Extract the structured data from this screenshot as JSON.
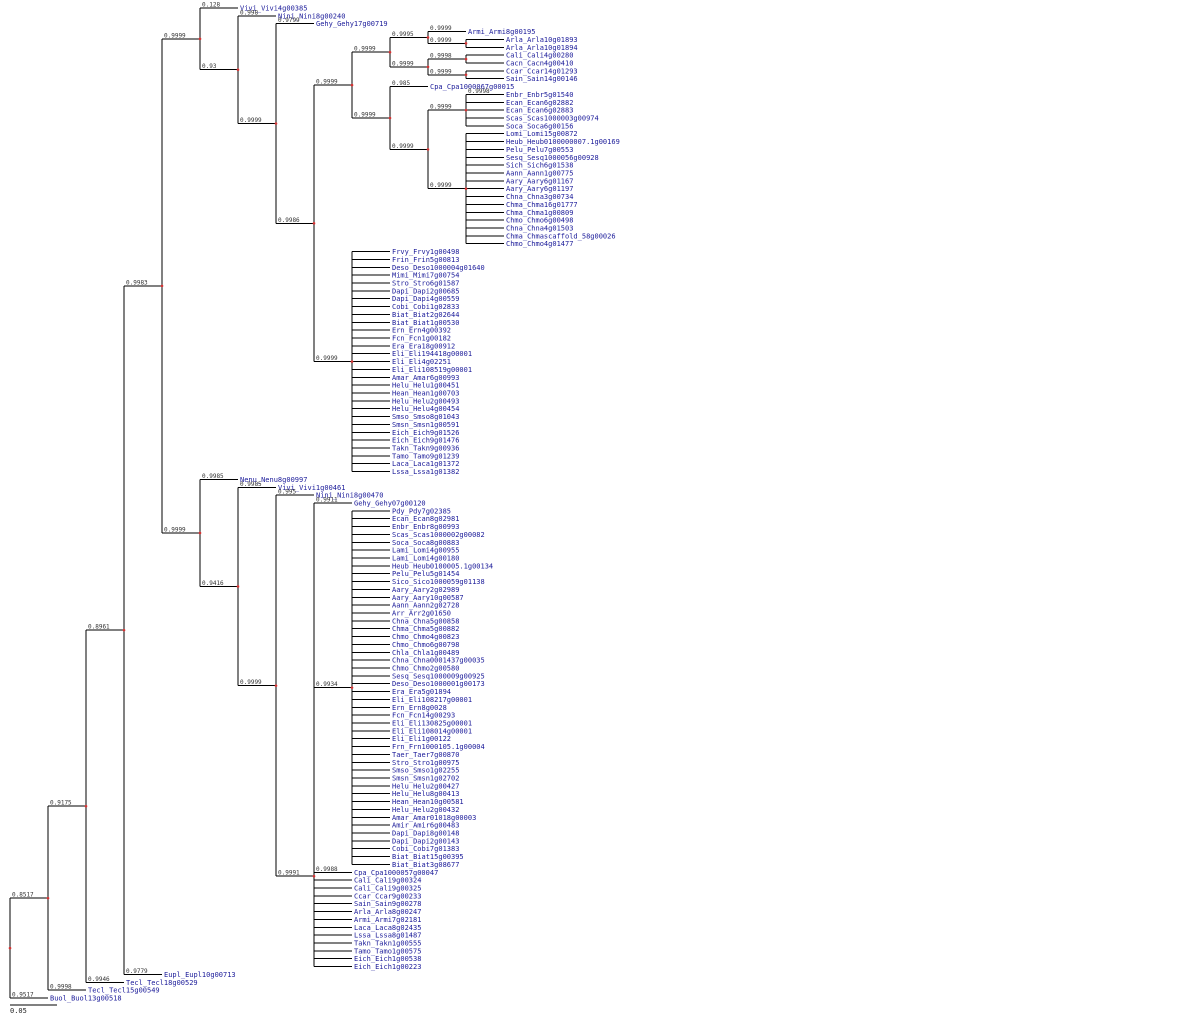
{
  "tree": {
    "line_color": "#000000",
    "node_color": "#d43333",
    "label_color": "#1a1a99",
    "scale_bar": "0.05",
    "nodes": [
      {
        "id": "root",
        "parent": null,
        "level": 0
      },
      {
        "id": "n1",
        "parent": "root",
        "level": 1,
        "support": "0.8517"
      },
      {
        "id": "Buol",
        "parent": "root",
        "level": 1,
        "label": "Buol_Buol13g00518",
        "support": "0.9517"
      },
      {
        "id": "n2",
        "parent": "n1",
        "level": 2,
        "support": "0.9175"
      },
      {
        "id": "Tecl",
        "parent": "n1",
        "level": 2,
        "label": "Tecl_Tecl15g00549",
        "support": "0.9998"
      },
      {
        "id": "n3",
        "parent": "n2",
        "level": 3,
        "support": "0.8961"
      },
      {
        "id": "Tecl2",
        "parent": "n2",
        "level": 3,
        "label": "Tecl_Tecl18g00529",
        "support": "0.9946"
      },
      {
        "id": "n4",
        "parent": "n3",
        "level": 4,
        "support": "0.9983"
      },
      {
        "id": "Eupt",
        "parent": "n3",
        "level": 4,
        "label": "Eupl_Eupl10g00713",
        "support": "0.9779"
      },
      {
        "id": "A",
        "parent": "n4",
        "level": 5,
        "support": "0.9999"
      },
      {
        "id": "B",
        "parent": "n4",
        "level": 5,
        "support": "0.9999"
      },
      {
        "id": "Vivi",
        "parent": "A",
        "level": 6,
        "label": "Vivi_Vivi4g00385",
        "support": "0.128"
      },
      {
        "id": "A1",
        "parent": "A",
        "level": 6,
        "support": "0.93"
      },
      {
        "id": "Nini",
        "parent": "A1",
        "level": 7,
        "label": "Nini_Nini8g00240",
        "support": "0.998"
      },
      {
        "id": "A2",
        "parent": "A1",
        "level": 7,
        "support": "0.9999"
      },
      {
        "id": "Gehy",
        "parent": "A2",
        "level": 8,
        "label": "Gehy_Gehy17g00719",
        "support": "0.9799"
      },
      {
        "id": "A3",
        "parent": "A2",
        "level": 8,
        "support": "0.9986"
      },
      {
        "id": "A4",
        "parent": "A3",
        "level": 9,
        "support": "0.9999"
      },
      {
        "id": "A5",
        "parent": "A3",
        "level": 9,
        "support": "0.9999"
      },
      {
        "id": "A6",
        "parent": "A4",
        "level": 10,
        "support": "0.9999"
      },
      {
        "id": "A7",
        "parent": "A4",
        "level": 10,
        "support": "0.9999"
      },
      {
        "id": "A8",
        "parent": "A6",
        "level": 11,
        "support": "0.9995"
      },
      {
        "id": "A9",
        "parent": "A6",
        "level": 11,
        "support": "0.9999"
      },
      {
        "id": "Armi",
        "parent": "A8",
        "level": 12,
        "label": "Armi_Armi8g00195",
        "support": "0.9999"
      },
      {
        "id": "A10",
        "parent": "A8",
        "level": 12,
        "support": "0.9999"
      },
      {
        "id": "Arla1",
        "parent": "A10",
        "level": 13,
        "label": "Arla_Arla10g01893"
      },
      {
        "id": "Arla2",
        "parent": "A10",
        "level": 13,
        "label": "Arla_Arla10g01894"
      },
      {
        "id": "A11",
        "parent": "A9",
        "level": 12,
        "support": "0.9998"
      },
      {
        "id": "Cali",
        "parent": "A11",
        "level": 13,
        "label": "Cali_Cali4g00280"
      },
      {
        "id": "Cacn",
        "parent": "A11",
        "level": 13,
        "label": "Cacn_Cacn4g00410"
      },
      {
        "id": "A12",
        "parent": "A9",
        "level": 12,
        "support": "0.9999"
      },
      {
        "id": "Ccar",
        "parent": "A12",
        "level": 13,
        "label": "Ccar_Ccar14g01293"
      },
      {
        "id": "Sain",
        "parent": "A12",
        "level": 13,
        "label": "Sain_Sain14g00146"
      },
      {
        "id": "Cpa",
        "parent": "A7",
        "level": 11,
        "label": "Cpa_Cpa1000067g00015",
        "support": "0.985"
      },
      {
        "id": "A13",
        "parent": "A7",
        "level": 11,
        "support": "0.9999"
      },
      {
        "id": "A14",
        "parent": "A13",
        "level": 12,
        "support": "0.9999"
      },
      {
        "id": "A15",
        "parent": "A13",
        "level": 12,
        "support": "0.9999"
      },
      {
        "id": "Enbr",
        "parent": "A14",
        "level": 13,
        "label": "Enbr_Enbr5g01540",
        "support": "0.9998"
      },
      {
        "id": "Ecan1",
        "parent": "A14",
        "level": 13,
        "label": "Ecan_Ecan6g02882"
      },
      {
        "id": "Ecan2",
        "parent": "A14",
        "level": 13,
        "label": "Ecan_Ecan6g02883"
      },
      {
        "id": "Scas",
        "parent": "A14",
        "level": 13,
        "label": "Scas_Scas1000003g00974"
      },
      {
        "id": "Soca",
        "parent": "A14",
        "level": 13,
        "label": "Soca_Soca6g00156"
      },
      {
        "id": "Lomi",
        "parent": "A15",
        "level": 13,
        "label": "Lomi_Lomi15g00872"
      },
      {
        "id": "Heub",
        "parent": "A15",
        "level": 13,
        "label": "Heub_Heub0100000007.1g00169"
      },
      {
        "id": "Pelu",
        "parent": "A15",
        "level": 13,
        "label": "Pelu_Pelu7g00553"
      },
      {
        "id": "Sesq",
        "parent": "A15",
        "level": 13,
        "label": "Sesq_Sesq1000056g00928"
      },
      {
        "id": "Sich",
        "parent": "A15",
        "level": 13,
        "label": "Sich_Sich6g01538"
      },
      {
        "id": "Aann",
        "parent": "A15",
        "level": 13,
        "label": "Aann_Aann1g00775"
      },
      {
        "id": "Aary1",
        "parent": "A15",
        "level": 13,
        "label": "Aary_Aary6g01167"
      },
      {
        "id": "Aary2",
        "parent": "A15",
        "level": 13,
        "label": "Aary_Aary6g01197"
      },
      {
        "id": "Chna",
        "parent": "A15",
        "level": 13,
        "label": "Chna_Chna3g00734"
      },
      {
        "id": "Chma1",
        "parent": "A15",
        "level": 13,
        "label": "Chma_Chma16g01777"
      },
      {
        "id": "Chma2",
        "parent": "A15",
        "level": 13,
        "label": "Chma_Chma1g00809"
      },
      {
        "id": "Chmo",
        "parent": "A15",
        "level": 13,
        "label": "Chmo_Chmo6g00498"
      },
      {
        "id": "Chna2",
        "parent": "A15",
        "level": 13,
        "label": "Chna_Chna4g01503"
      },
      {
        "id": "Chma3",
        "parent": "A15",
        "level": 13,
        "label": "Chma_Chmascaffold_58g00026"
      },
      {
        "id": "Chmo2",
        "parent": "A15",
        "level": 13,
        "label": "Chmo_Chmo4g01477"
      },
      {
        "id": "Frvy",
        "parent": "A5",
        "level": 10,
        "label": "Frvy_Frvy1g00498"
      },
      {
        "id": "Frin",
        "parent": "A5",
        "level": 10,
        "label": "Frin_Frin5g00813"
      },
      {
        "id": "Deso",
        "parent": "A5",
        "level": 10,
        "label": "Deso_Deso1000004g01640"
      },
      {
        "id": "Mimi",
        "parent": "A5",
        "level": 10,
        "label": "Mimi_Mimi7g00754"
      },
      {
        "id": "Stro",
        "parent": "A5",
        "level": 10,
        "label": "Stro_Stro6g01587"
      },
      {
        "id": "Dapi1",
        "parent": "A5",
        "level": 10,
        "label": "Dapi_Dapi2g00685"
      },
      {
        "id": "Dapi2",
        "parent": "A5",
        "level": 10,
        "label": "Dapi_Dapi4g00559"
      },
      {
        "id": "Cobi",
        "parent": "A5",
        "level": 10,
        "label": "Cobi_Cobi1g02833"
      },
      {
        "id": "Biat1",
        "parent": "A5",
        "level": 10,
        "label": "Biat_Biat2g02644"
      },
      {
        "id": "Biat2",
        "parent": "A5",
        "level": 10,
        "label": "Biat_Biat1g00530"
      },
      {
        "id": "Ern",
        "parent": "A5",
        "level": 10,
        "label": "Ern_Ern4g00392"
      },
      {
        "id": "Fcn",
        "parent": "A5",
        "level": 10,
        "label": "Fcn_Fcn1g00182"
      },
      {
        "id": "Era",
        "parent": "A5",
        "level": 10,
        "label": "Era_Era18g00912"
      },
      {
        "id": "Eli1",
        "parent": "A5",
        "level": 10,
        "label": "Eli_Eli194418g00001"
      },
      {
        "id": "Eli2",
        "parent": "A5",
        "level": 10,
        "label": "Eli_Eli4g02251"
      },
      {
        "id": "Eli3",
        "parent": "A5",
        "level": 10,
        "label": "Eli_Eli108519g00001"
      },
      {
        "id": "Amar",
        "parent": "A5",
        "level": 10,
        "label": "Amar_Amar6g00993"
      },
      {
        "id": "Helu1",
        "parent": "A5",
        "level": 10,
        "label": "Helu_Helu1g00451"
      },
      {
        "id": "Hean1",
        "parent": "A5",
        "level": 10,
        "label": "Hean_Hean1g00703"
      },
      {
        "id": "Helu2",
        "parent": "A5",
        "level": 10,
        "label": "Helu_Helu2g00493"
      },
      {
        "id": "Helu3",
        "parent": "A5",
        "level": 10,
        "label": "Helu_Helu4g00454"
      },
      {
        "id": "Smso1",
        "parent": "A5",
        "level": 10,
        "label": "Smso_Smso8g01043"
      },
      {
        "id": "Smsn1",
        "parent": "A5",
        "level": 10,
        "label": "Smsn_Smsn1g00591"
      },
      {
        "id": "Eich1",
        "parent": "A5",
        "level": 10,
        "label": "Eich_Eich9g01526"
      },
      {
        "id": "Eich2",
        "parent": "A5",
        "level": 10,
        "label": "Eich_Eich9g01476"
      },
      {
        "id": "Takn1",
        "parent": "A5",
        "level": 10,
        "label": "Takn_Takn9g00936"
      },
      {
        "id": "Tamo1",
        "parent": "A5",
        "level": 10,
        "label": "Tamo_Tamo9g01239"
      },
      {
        "id": "Laca1",
        "parent": "A5",
        "level": 10,
        "label": "Laca_Laca1g01372"
      },
      {
        "id": "Lssa1",
        "parent": "A5",
        "level": 10,
        "label": "Lssa_Lssa1g01382"
      },
      {
        "id": "Nenu",
        "parent": "B",
        "level": 6,
        "label": "Nenu_Nenu8g00997",
        "support": "0.9985"
      },
      {
        "id": "B1",
        "parent": "B",
        "level": 6,
        "support": "0.9416"
      },
      {
        "id": "Vivi2",
        "parent": "B1",
        "level": 7,
        "label": "Vivi_Vivi1g00461",
        "support": "0.9985"
      },
      {
        "id": "B2",
        "parent": "B1",
        "level": 7,
        "support": "0.9999"
      },
      {
        "id": "Nini2",
        "parent": "B2",
        "level": 8,
        "label": "Nini_Nini8g00470",
        "support": "0.995"
      },
      {
        "id": "B3",
        "parent": "B2",
        "level": 8,
        "support": "0.9991"
      },
      {
        "id": "Gehy2",
        "parent": "B3",
        "level": 9,
        "label": "Gehy_Gehy07g00120",
        "support": "0.9911"
      },
      {
        "id": "B4",
        "parent": "B3",
        "level": 9,
        "support": "0.9934"
      },
      {
        "id": "Pdy",
        "parent": "B4",
        "level": 10,
        "label": "Pdy_Pdy7g02385"
      },
      {
        "id": "Ecan3",
        "parent": "B4",
        "level": 10,
        "label": "Ecan_Ecan8g02981"
      },
      {
        "id": "Enbr2",
        "parent": "B4",
        "level": 10,
        "label": "Enbr_Enbr8g00993"
      },
      {
        "id": "Scas2",
        "parent": "B4",
        "level": 10,
        "label": "Scas_Scas1000002g00082"
      },
      {
        "id": "Soca2",
        "parent": "B4",
        "level": 10,
        "label": "Soca_Soca8g00883"
      },
      {
        "id": "Lami1",
        "parent": "B4",
        "level": 10,
        "label": "Lami_Lomi4g00955"
      },
      {
        "id": "Lami2",
        "parent": "B4",
        "level": 10,
        "label": "Lami_Lomi4g00180"
      },
      {
        "id": "Heub2",
        "parent": "B4",
        "level": 10,
        "label": "Heub_Heub0100005.1g00134"
      },
      {
        "id": "Pelu2",
        "parent": "B4",
        "level": 10,
        "label": "Pelu_Pelu5g01454"
      },
      {
        "id": "Sico",
        "parent": "B4",
        "level": 10,
        "label": "Sico_Sico1000059g01138"
      },
      {
        "id": "Aary3",
        "parent": "B4",
        "level": 10,
        "label": "Aary_Aary2g02989"
      },
      {
        "id": "Aary4",
        "parent": "B4",
        "level": 10,
        "label": "Aary_Aary10g00587"
      },
      {
        "id": "Aann2",
        "parent": "B4",
        "level": 10,
        "label": "Aann_Aann2g02728"
      },
      {
        "id": "Arr",
        "parent": "B4",
        "level": 10,
        "label": "Arr_Arr2g01650"
      },
      {
        "id": "Chna3",
        "parent": "B4",
        "level": 10,
        "label": "Chna_Chna5g00858"
      },
      {
        "id": "Chma4",
        "parent": "B4",
        "level": 10,
        "label": "Chma_Chma5g00882"
      },
      {
        "id": "Chmo3",
        "parent": "B4",
        "level": 10,
        "label": "Chmo_Chmo4g00823"
      },
      {
        "id": "Chmo4",
        "parent": "B4",
        "level": 10,
        "label": "Chmo_Chmo6g00798"
      },
      {
        "id": "Chla",
        "parent": "B4",
        "level": 10,
        "label": "Chla_Chla1g00489"
      },
      {
        "id": "Chna4",
        "parent": "B4",
        "level": 10,
        "label": "Chna_Chna0001437g00035"
      },
      {
        "id": "Chmo5",
        "parent": "B4",
        "level": 10,
        "label": "Chmo_Chmo2g00580"
      },
      {
        "id": "Sesq2",
        "parent": "B4",
        "level": 10,
        "label": "Sesq_Sesq1000009g00925"
      },
      {
        "id": "Deso2",
        "parent": "B4",
        "level": 10,
        "label": "Deso_Deso1000001g00173"
      },
      {
        "id": "Era2",
        "parent": "B4",
        "level": 10,
        "label": "Era_Era5g01894"
      },
      {
        "id": "Eli4",
        "parent": "B4",
        "level": 10,
        "label": "Eli_Eli108217g00001"
      },
      {
        "id": "Ern2",
        "parent": "B4",
        "level": 10,
        "label": "Ern_Ern8g0028"
      },
      {
        "id": "Fcn2",
        "parent": "B4",
        "level": 10,
        "label": "Fcn_Fcn14g00293"
      },
      {
        "id": "Eli5",
        "parent": "B4",
        "level": 10,
        "label": "Eli_Eli130825g00001"
      },
      {
        "id": "Eli6",
        "parent": "B4",
        "level": 10,
        "label": "Eli_Eli108014g00001"
      },
      {
        "id": "Eli7",
        "parent": "B4",
        "level": 10,
        "label": "Eli_Eli1g00122"
      },
      {
        "id": "Frn",
        "parent": "B4",
        "level": 10,
        "label": "Frn_Frn1000105.1g00004"
      },
      {
        "id": "Taer",
        "parent": "B4",
        "level": 10,
        "label": "Taer_Taer7g00870"
      },
      {
        "id": "Stro2",
        "parent": "B4",
        "level": 10,
        "label": "Stro_Stro1g00975"
      },
      {
        "id": "Smso2",
        "parent": "B4",
        "level": 10,
        "label": "Smso_Smso1g02255"
      },
      {
        "id": "Smsn2",
        "parent": "B4",
        "level": 10,
        "label": "Smsn_Smsn1g02702"
      },
      {
        "id": "Helu4",
        "parent": "B4",
        "level": 10,
        "label": "Helu_Helu2g00427"
      },
      {
        "id": "Helu5",
        "parent": "B4",
        "level": 10,
        "label": "Helu_Helu8g00413"
      },
      {
        "id": "Hean2",
        "parent": "B4",
        "level": 10,
        "label": "Hean_Hean10g00581"
      },
      {
        "id": "Helu6",
        "parent": "B4",
        "level": 10,
        "label": "Helu_Helu2g00432"
      },
      {
        "id": "Amar2",
        "parent": "B4",
        "level": 10,
        "label": "Amar_Amar01018g00003"
      },
      {
        "id": "Amir",
        "parent": "B4",
        "level": 10,
        "label": "Amir_Amir6g00483"
      },
      {
        "id": "Dapi3",
        "parent": "B4",
        "level": 10,
        "label": "Dapi_Dapi8g00148"
      },
      {
        "id": "Dapi4",
        "parent": "B4",
        "level": 10,
        "label": "Dapi_Dapi2g00143"
      },
      {
        "id": "Cobi2",
        "parent": "B4",
        "level": 10,
        "label": "Cobi_Cobi7g01383"
      },
      {
        "id": "Biat3",
        "parent": "B4",
        "level": 10,
        "label": "Biat_Biat15g00395"
      },
      {
        "id": "Biat4",
        "parent": "B4",
        "level": 10,
        "label": "Biat_Biat3g08677"
      },
      {
        "id": "Cpa2",
        "parent": "B3",
        "level": 9,
        "label": "Cpa_Cpa1000057g00047",
        "support": "0.9988"
      },
      {
        "id": "Cali2",
        "parent": "B3",
        "level": 9,
        "label": "Cali_Cali9g00324"
      },
      {
        "id": "Cacn2",
        "parent": "B3",
        "level": 9,
        "label": "Cali_Cali9g00325"
      },
      {
        "id": "Ccar2",
        "parent": "B3",
        "level": 9,
        "label": "Ccar_Ccar9g00233"
      },
      {
        "id": "Sain2",
        "parent": "B3",
        "level": 9,
        "label": "Sain_Sain9g00278"
      },
      {
        "id": "Arla3",
        "parent": "B3",
        "level": 9,
        "label": "Arla_Arla8g00247"
      },
      {
        "id": "Armi2",
        "parent": "B3",
        "level": 9,
        "label": "Armi_Armi7g02181"
      },
      {
        "id": "Laca2",
        "parent": "B3",
        "level": 9,
        "label": "Laca_Laca8g02435"
      },
      {
        "id": "Lssa2",
        "parent": "B3",
        "level": 9,
        "label": "Lssa_Lssa8g01487"
      },
      {
        "id": "Takn2",
        "parent": "B3",
        "level": 9,
        "label": "Takn_Takn1g00555"
      },
      {
        "id": "Tamo2",
        "parent": "B3",
        "level": 9,
        "label": "Tamo_Tamo1g00575"
      },
      {
        "id": "Eich3",
        "parent": "B3",
        "level": 9,
        "label": "Eich_Eich1g00538"
      },
      {
        "id": "Eich4",
        "parent": "B3",
        "level": 9,
        "label": "Eich_Eich1g00223"
      }
    ]
  }
}
